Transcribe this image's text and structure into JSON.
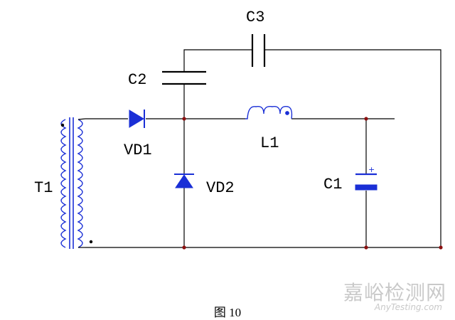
{
  "diagram": {
    "labels": {
      "c3": "C3",
      "c2": "C2",
      "vd1": "VD1",
      "l1": "L1",
      "t1": "T1",
      "vd2": "VD2",
      "c1": "C1"
    },
    "caption": "图 10",
    "watermark": {
      "cn": "嘉峪检测网",
      "en": "AnyTesting.com"
    },
    "colors": {
      "wire": "#000000",
      "component": "#1a2fd6",
      "node": "#8b1010"
    }
  }
}
